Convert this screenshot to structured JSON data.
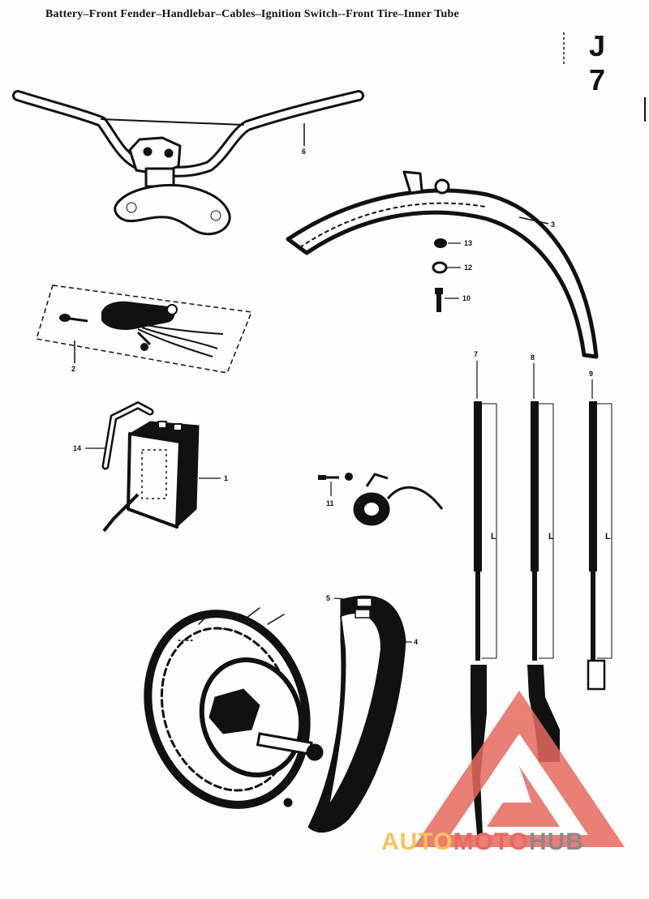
{
  "header": {
    "title": "Battery–Front Fender–Handlebar–Cables–Ignition Switch--Front Tire–Inner Tube",
    "page_code": "J 7"
  },
  "callouts": {
    "handlebar": "6",
    "fender": "3",
    "part13": "13",
    "part12": "12",
    "part10": "10",
    "ignition_switch": "2",
    "bracket": "14",
    "battery": "1",
    "bolt11": "11",
    "cable_a": "7",
    "cable_b": "8",
    "cable_c": "9",
    "tire_top": "5",
    "tire": "4"
  },
  "dimension_label": "L",
  "watermark": {
    "part1": "AUTO",
    "part2": "MOTO",
    "part3": "HUB"
  },
  "colors": {
    "ink": "#111111",
    "watermark_red": "#e66a5e",
    "watermark_yellow": "#f3c45a",
    "watermark_gray": "#8a8a8a"
  }
}
